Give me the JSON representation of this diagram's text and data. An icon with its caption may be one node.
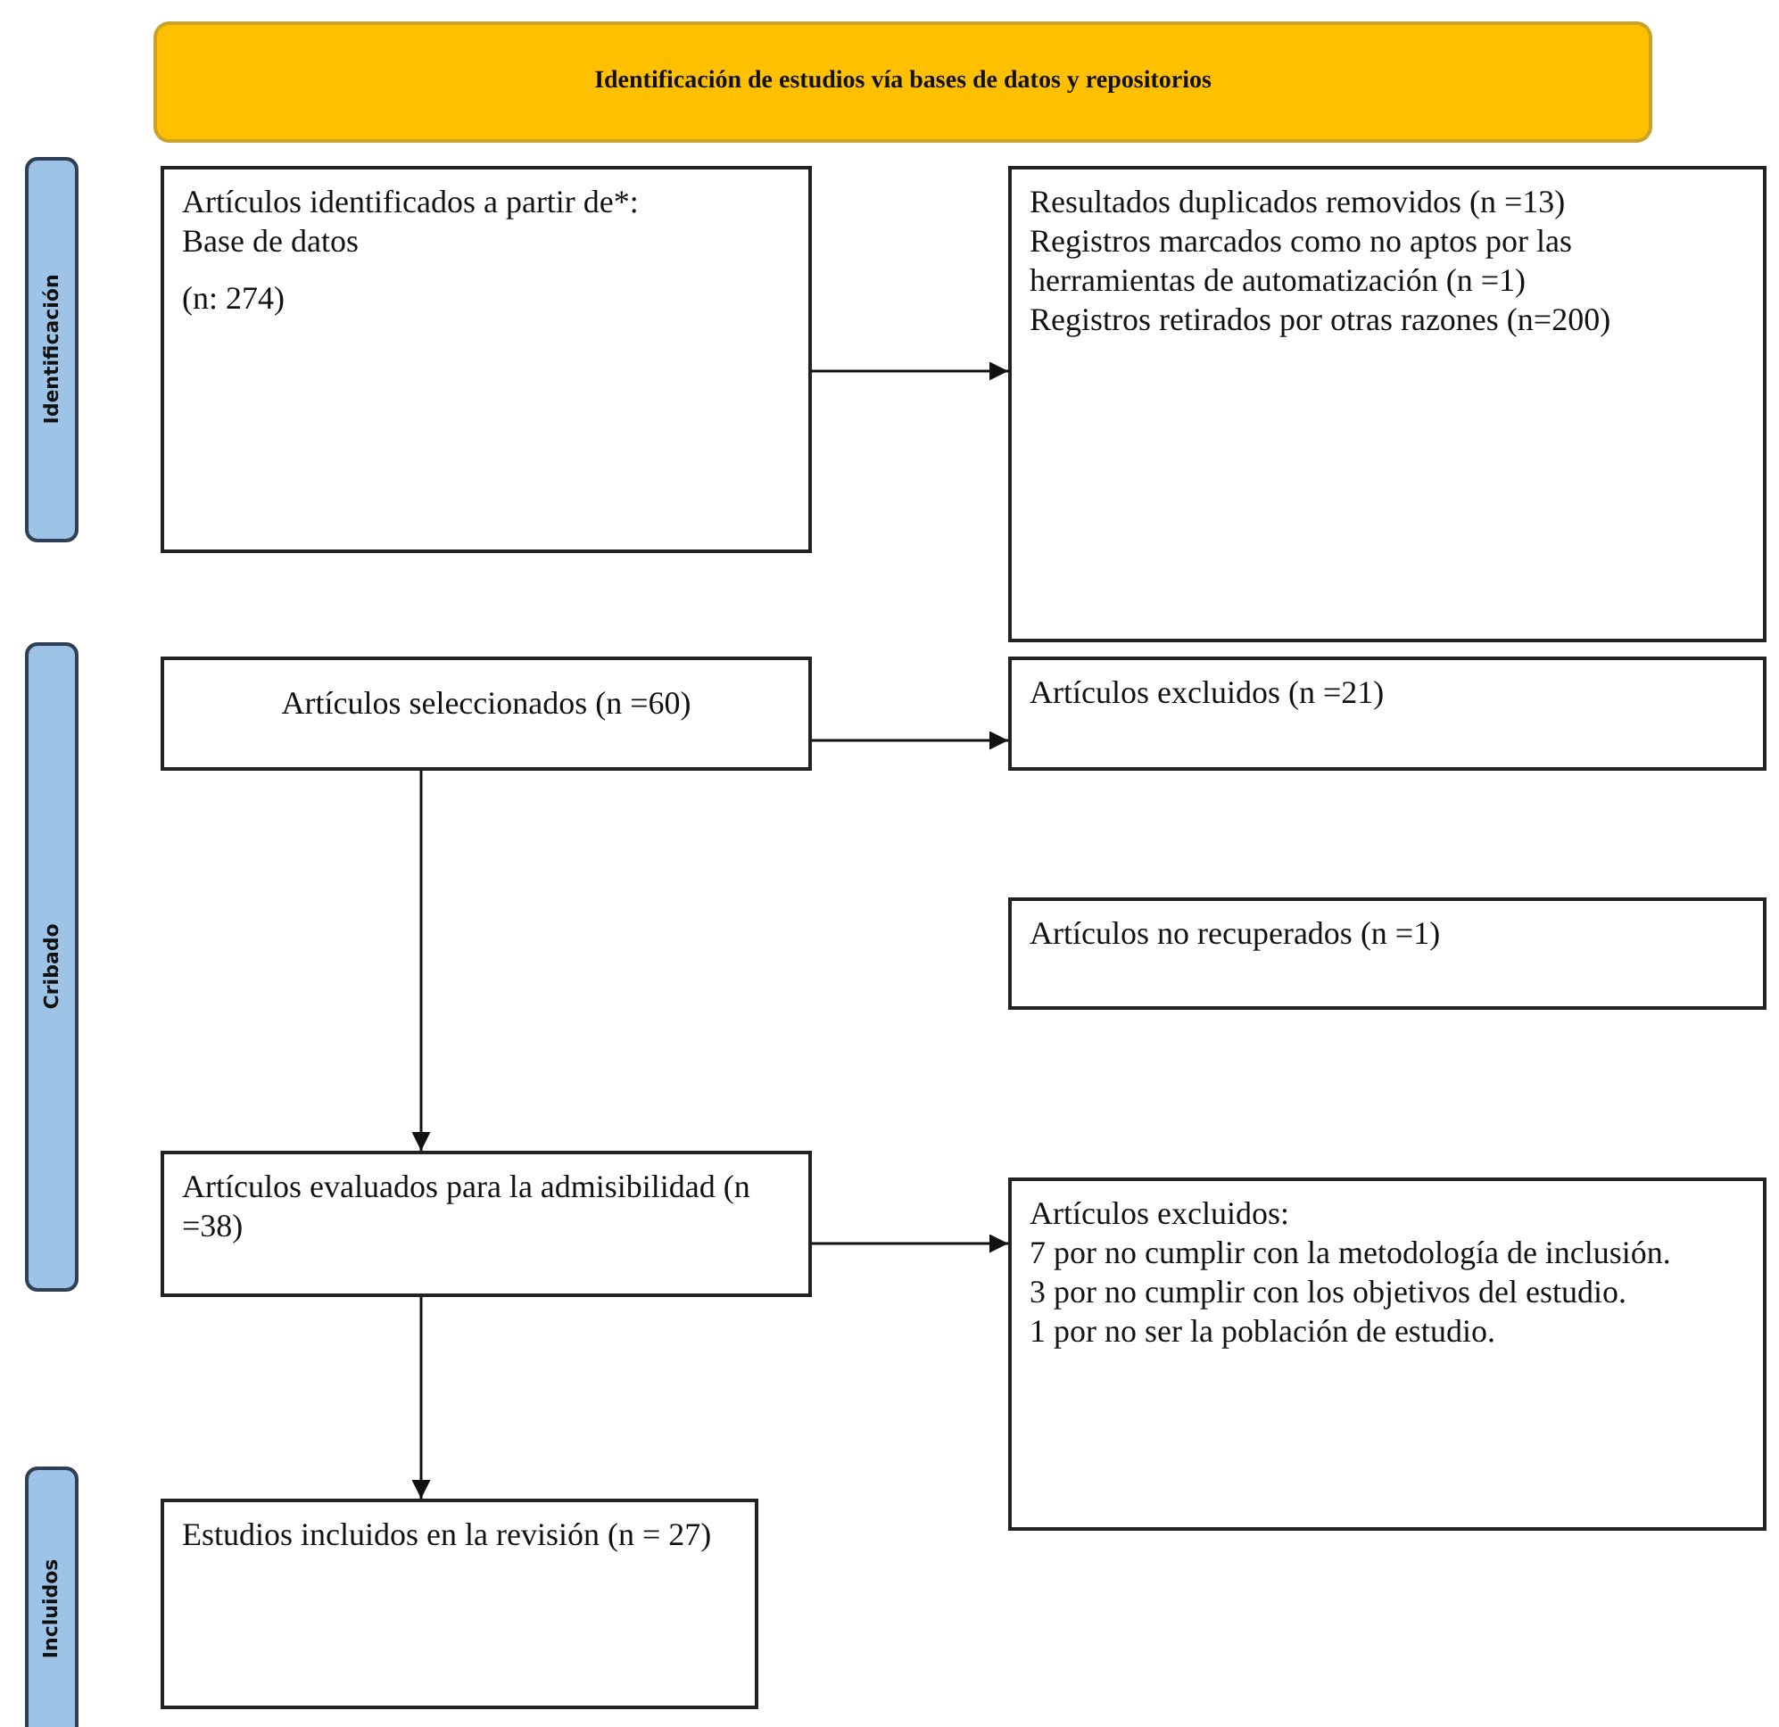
{
  "diagram": {
    "title": "Identificación de estudios vía bases de datos y repositorios",
    "nodes": [
      {
        "text": [
          "Identificación"
        ]
      },
      {
        "text": [
          "Artículos identificados a partir de*:",
          "Base de datos",
          "(n: 274)"
        ]
      },
      {
        "text": [
          "Resultados duplicados removidos (n =13)",
          "Registros marcados como no aptos por las herramientas de automatización (n =1)",
          "Registros retirados por otras razones (n=200)"
        ]
      },
      {
        "text": [
          "Cribado"
        ]
      },
      {
        "text": [
          "Artículos seleccionados (n =60)"
        ]
      },
      {
        "text": [
          "Artículos excluidos (n =21)"
        ]
      },
      {
        "text": [
          "Artículos no recuperados (n =1)"
        ]
      },
      {
        "text": [
          "Artículos evaluados para la admisibilidad (n =38)"
        ]
      },
      {
        "text": [
          "Artículos excluidos:",
          "7 por no cumplir con la metodología de inclusión.",
          "3 por no cumplir con los objetivos del estudio.",
          "1 por no ser la población de estudio."
        ]
      },
      {
        "text": [
          "Incluidos"
        ]
      },
      {
        "text": [
          "Estudios incluidos en la revisión (n = 27)"
        ]
      }
    ],
    "edges": [
      {
        "from": 1,
        "to": 2,
        "arrow": "to"
      },
      {
        "from": 4,
        "to": 5,
        "arrow": "to"
      },
      {
        "from": 4,
        "to": 7,
        "arrow": "to"
      },
      {
        "from": 7,
        "to": 8,
        "arrow": "to"
      },
      {
        "from": 7,
        "to": 10,
        "arrow": "to"
      }
    ]
  }
}
